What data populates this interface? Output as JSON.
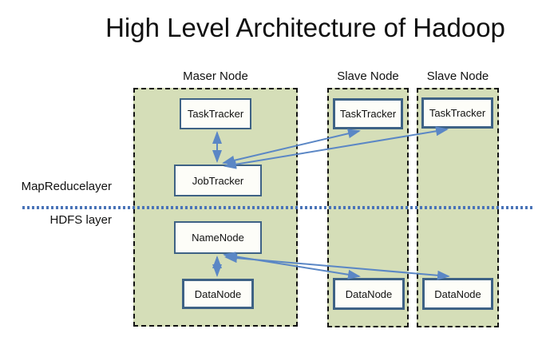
{
  "title": "High Level Architecture of Hadoop",
  "layers": {
    "mapreduce_label": "MapReducelayer",
    "hdfs_label": "HDFS layer"
  },
  "nodes": {
    "master": {
      "heading": "Maser Node",
      "components": {
        "tasktracker": "TaskTracker",
        "jobtracker": "JobTracker",
        "namenode": "NameNode",
        "datanode": "DataNode"
      }
    },
    "slave1": {
      "heading": "Slave Node",
      "components": {
        "tasktracker": "TaskTracker",
        "datanode": "DataNode"
      }
    },
    "slave2": {
      "heading": "Slave Node",
      "components": {
        "tasktracker": "TaskTracker",
        "datanode": "DataNode"
      }
    }
  },
  "connections": [
    "JobTracker <-> TaskTracker (master)",
    "JobTracker <-> TaskTracker (slave 1)",
    "JobTracker <-> TaskTracker (slave 2)",
    "NameNode <-> DataNode (master)",
    "NameNode <-> DataNode (slave 1)",
    "NameNode <-> DataNode (slave 2)"
  ],
  "colors": {
    "background": "#ffffff",
    "node_fill": "#d5deb8",
    "node_dashed_border": "#111111",
    "component_border": "#3e6285",
    "component_fill": "#fdfdf8",
    "arrow": "#5b87c5",
    "layer_divider": "#4a74b8",
    "text": "#111111"
  }
}
